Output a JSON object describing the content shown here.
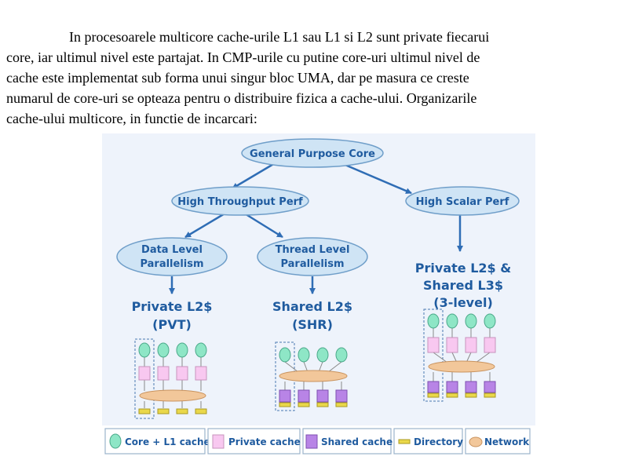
{
  "paragraph": {
    "lines": [
      "In procesoarele multicore cache-urile L1 sau L1 si L2 sunt private fiecarui",
      "core, iar ultimul nivel este partajat. In CMP-urile cu putine core-uri ultimul nivel de",
      "cache este implementat sub forma unui singur bloc UMA, dar pe masura ce creste",
      "numarul de core-uri se opteaza pentru o distribuire fizica a cache-ului.  Organizarile",
      "cache-ului multicore, in functie de incarcari:"
    ]
  },
  "diagram": {
    "nodes": {
      "general": "General Purpose Core",
      "throughput": "High Throughput Perf",
      "scalar": "High Scalar Perf",
      "dlp_l1": "Data Level",
      "dlp_l2": "Parallelism",
      "tlp_l1": "Thread Level",
      "tlp_l2": "Parallelism"
    },
    "configs": {
      "pvt_l1": "Private L2$",
      "pvt_l2": "(PVT)",
      "shr_l1": "Shared L2$",
      "shr_l2": "(SHR)",
      "l3_l1": "Private L2$ &",
      "l3_l2": "Shared L3$",
      "l3_l3": "(3-level)"
    },
    "legend": {
      "core": "Core + L1 cache",
      "private": "Private cache",
      "shared": "Shared cache",
      "directory": "Directory",
      "network": "Network"
    }
  },
  "colors": {
    "panel": "#eef3fb",
    "node_fill": "#cfe4f5",
    "node_stroke": "#6f9ec9",
    "text_blue": "#1f5b9f",
    "arrow": "#2f6db5",
    "core": "#8ee6c6",
    "private_cache": "#f8c8f0",
    "shared_cache": "#b884e6",
    "directory": "#ead84a",
    "network": "#f2c79a"
  }
}
